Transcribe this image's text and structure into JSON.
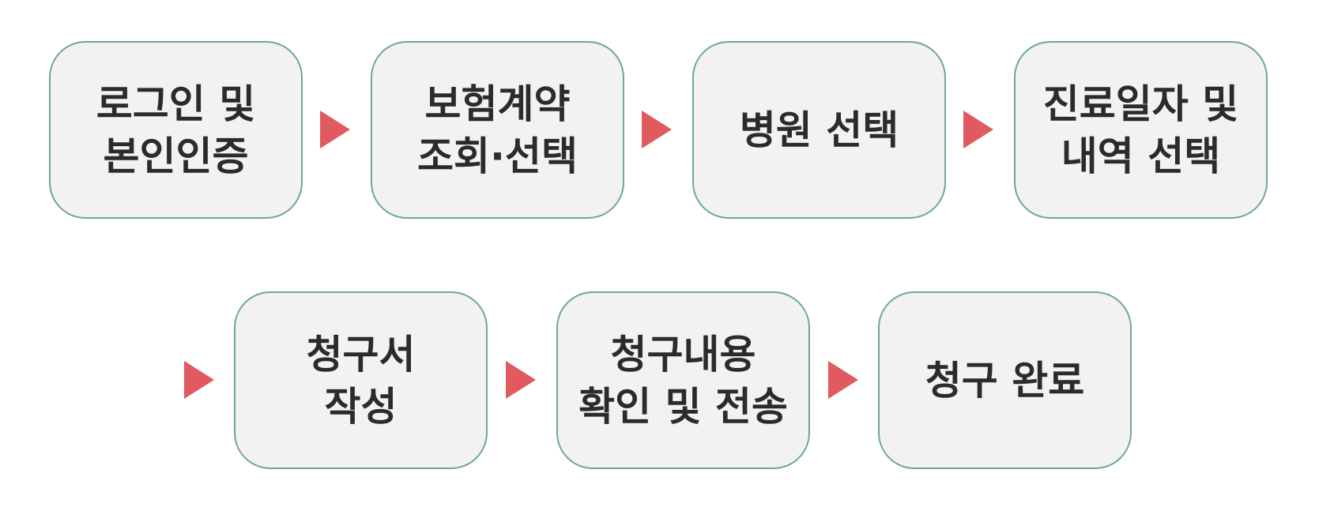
{
  "steps": [
    {
      "lines": [
        "로그인 및",
        "본인인증"
      ]
    },
    {
      "lines": [
        "보험계약",
        "조회·선택"
      ]
    },
    {
      "lines": [
        "병원 선택"
      ]
    },
    {
      "lines": [
        "진료일자 및",
        "내역 선택"
      ]
    },
    {
      "lines": [
        "청구서",
        "작성"
      ]
    },
    {
      "lines": [
        "청구내용",
        "확인 및 전송"
      ]
    },
    {
      "lines": [
        "청구 완료"
      ]
    }
  ],
  "colors": {
    "box_fill": "#f2f2f2",
    "box_border": "#6ea98c",
    "arrow": "#e05a5f",
    "text": "#2b2b2b"
  }
}
